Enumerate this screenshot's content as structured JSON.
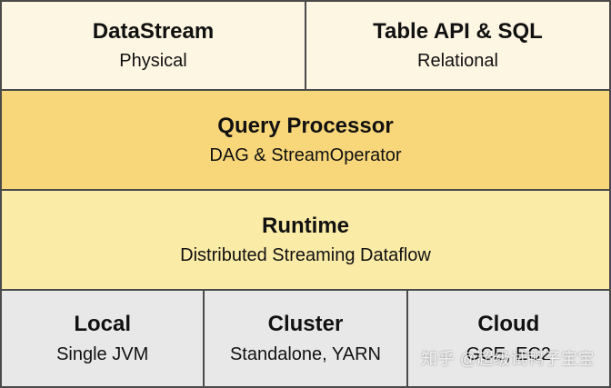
{
  "layers": {
    "apis": [
      {
        "title": "DataStream",
        "subtitle": "Physical"
      },
      {
        "title": "Table API & SQL",
        "subtitle": "Relational"
      }
    ],
    "query_processor": {
      "title": "Query Processor",
      "subtitle": "DAG & StreamOperator"
    },
    "runtime": {
      "title": "Runtime",
      "subtitle": "Distributed Streaming Dataflow"
    },
    "deploy": [
      {
        "title": "Local",
        "subtitle": "Single JVM"
      },
      {
        "title": "Cluster",
        "subtitle": "Standalone, YARN"
      },
      {
        "title": "Cloud",
        "subtitle": "GCE, EC2"
      }
    ]
  },
  "watermark": "知乎 @超级试鸭子宝宝",
  "colors": {
    "api_layer": "#fdf6e3",
    "query_processor_layer": "#f8d77a",
    "runtime_layer": "#faeba7",
    "deploy_layer": "#e8e8e8",
    "border": "#4a4a4a"
  }
}
